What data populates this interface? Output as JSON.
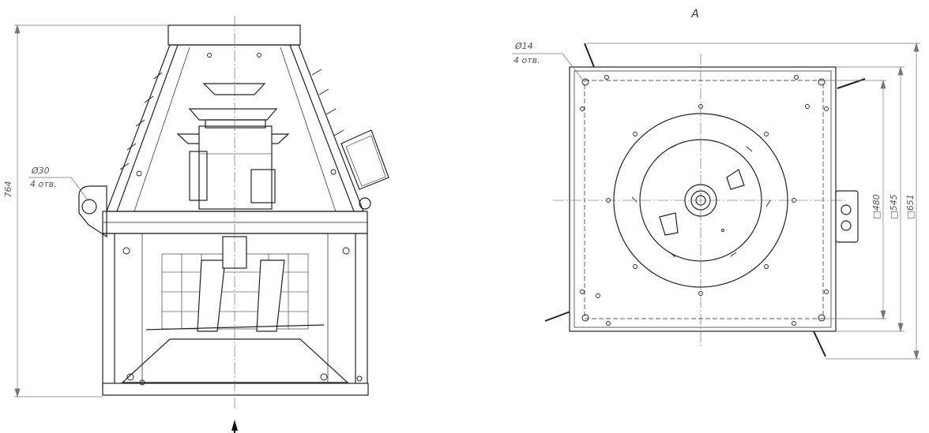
{
  "drawing": {
    "stroke_color": "#222222",
    "dim_color": "#777777",
    "center_line_color": "#555555"
  },
  "side_view": {
    "height_dim": "764",
    "hole_dim": "Ø30",
    "hole_count": "4 отв."
  },
  "top_view": {
    "view_label": "А",
    "hole_dim": "Ø14",
    "hole_count": "4 отв.",
    "dim_inner": "□480",
    "dim_mid": "□545",
    "dim_outer": "□651"
  }
}
